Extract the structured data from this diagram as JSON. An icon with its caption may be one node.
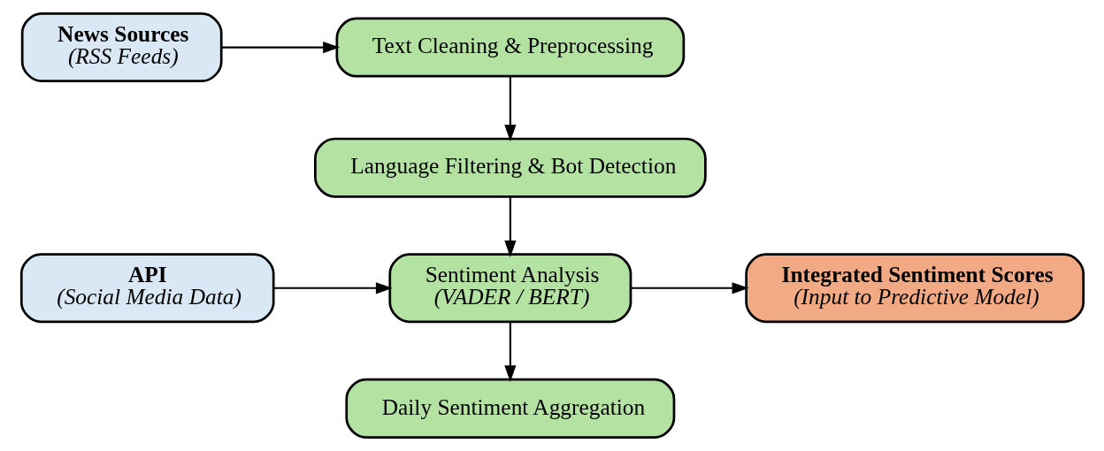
{
  "diagram": {
    "nodes": [
      {
        "text": [
          "News Sources",
          "(RSS Feeds)"
        ]
      },
      {
        "text": [
          "Text Cleaning & Preprocessing"
        ]
      },
      {
        "text": [
          "Language Filtering & Bot Detection"
        ]
      },
      {
        "text": [
          "API",
          "(Social Media Data)"
        ]
      },
      {
        "text": [
          "Sentiment Analysis",
          "(VADER / BERT)"
        ]
      },
      {
        "text": [
          "Integrated Sentiment Scores",
          "(Input to Predictive Model)"
        ]
      },
      {
        "text": [
          "Daily Sentiment Aggregation"
        ]
      }
    ],
    "edges": [
      {
        "from": 0,
        "to": 1,
        "arrow": "to"
      },
      {
        "from": 1,
        "to": 2,
        "arrow": "to"
      },
      {
        "from": 2,
        "to": 4,
        "arrow": "to"
      },
      {
        "from": 3,
        "to": 4,
        "arrow": "to"
      },
      {
        "from": 4,
        "to": 5,
        "arrow": "to"
      },
      {
        "from": 4,
        "to": 6,
        "arrow": "to"
      }
    ]
  }
}
